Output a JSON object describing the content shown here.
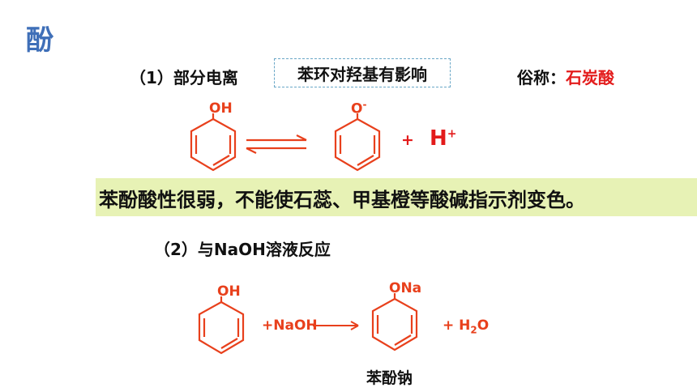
{
  "slide": {
    "title": "酚",
    "section1": {
      "label": "（1）部分电离",
      "boxed_note": "苯环对羟基有影响",
      "alias_label": "俗称：",
      "alias_value": "石炭酸"
    },
    "equation1": {
      "reactant_group": "OH",
      "product_group": "O",
      "product_charge": "-",
      "plus": "+",
      "h_ion": "H",
      "h_charge": "+"
    },
    "highlight": "苯酚酸性很弱，不能使石蕊、甲基橙等酸碱指示剂变色。",
    "section2": {
      "label": "（2）与NaOH溶液反应"
    },
    "equation2": {
      "reactant_group": "OH",
      "reagent": "+NaOH",
      "product_group": "ONa",
      "byproduct_plus": "+",
      "byproduct_h": "H",
      "byproduct_sub": "2",
      "byproduct_o": "O",
      "product_name": "苯酚钠"
    },
    "colors": {
      "title": "#3f6fb8",
      "reaction": "#e8401c",
      "emphasis": "#e31b1b",
      "highlight_bg": "#e7f2b5",
      "box_border": "#6aa7c7"
    }
  }
}
